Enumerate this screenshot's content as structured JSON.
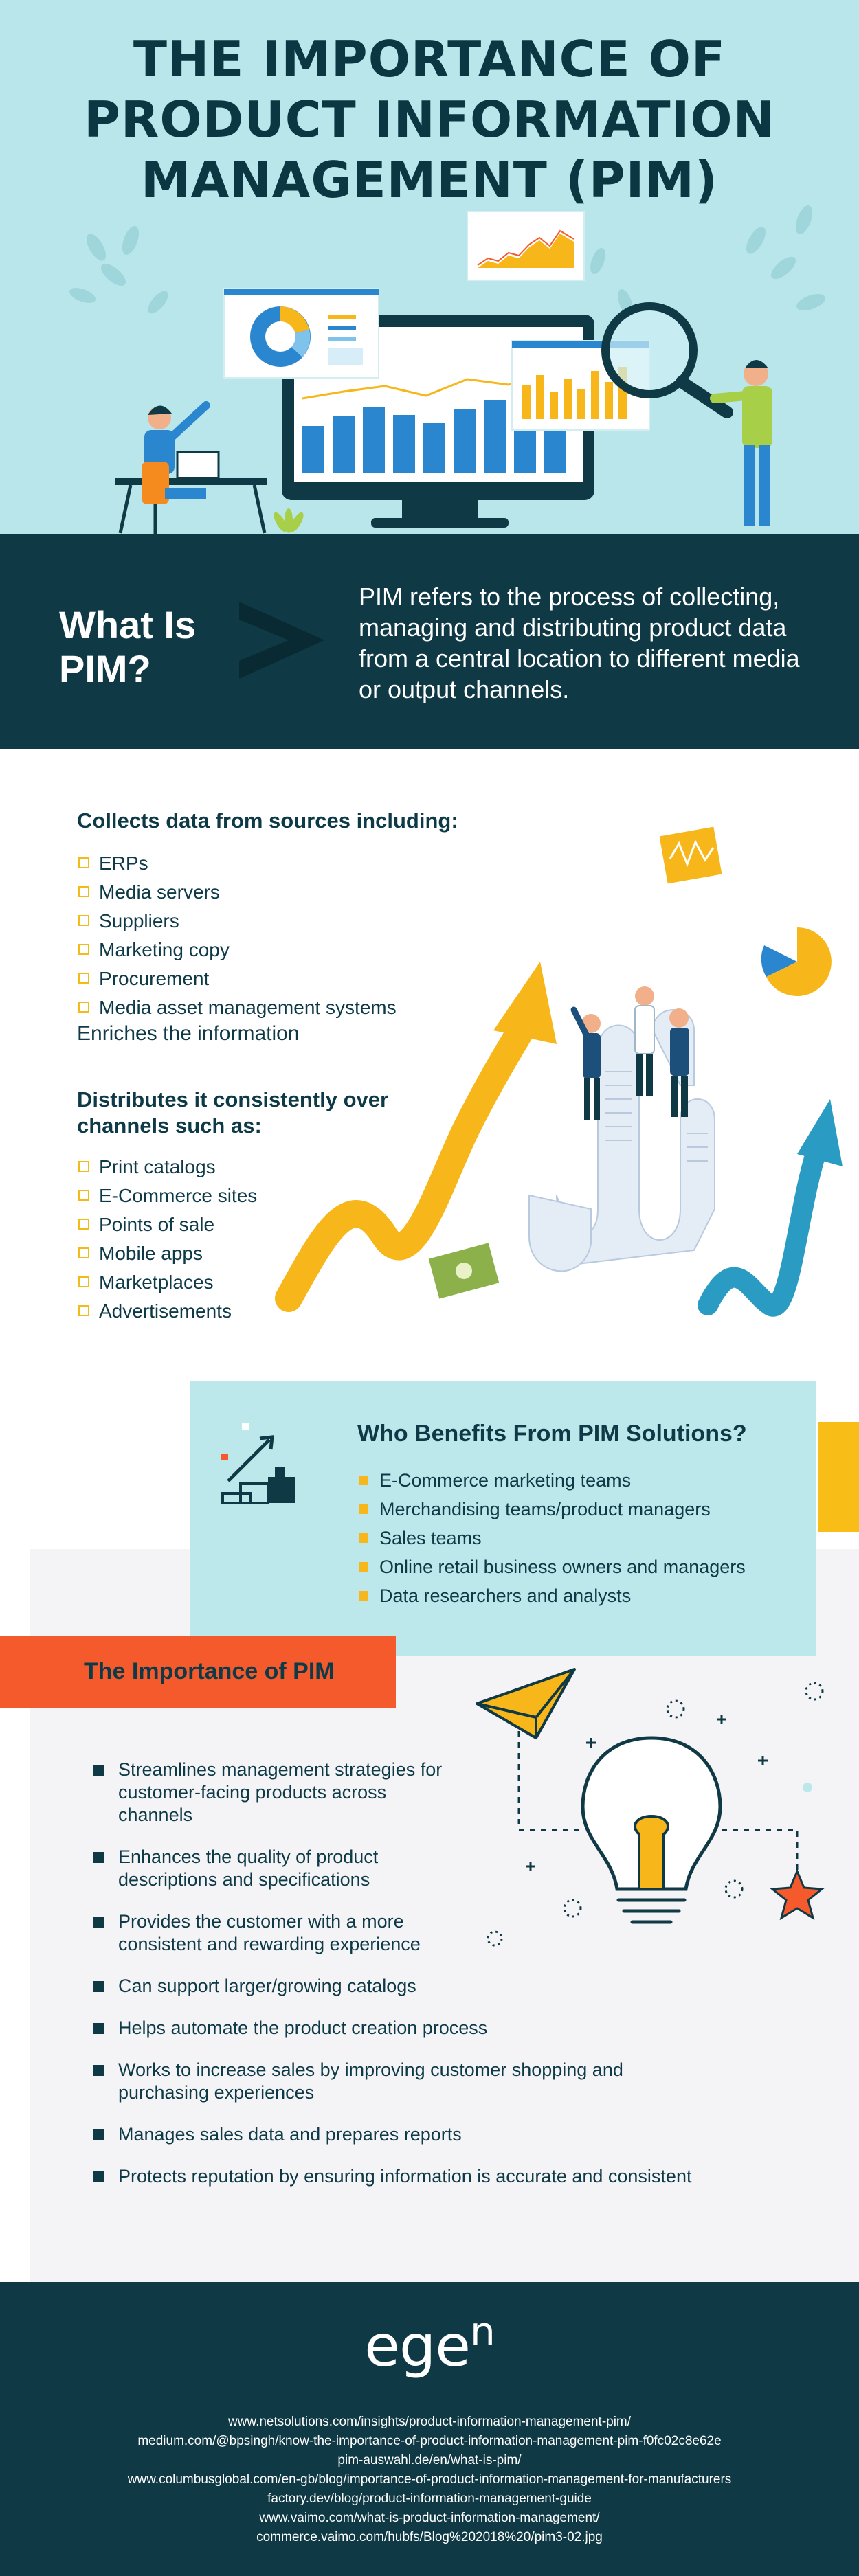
{
  "hero": {
    "title_lines": [
      "THE IMPORTANCE OF",
      "PRODUCT INFORMATION",
      "MANAGEMENT (PIM)"
    ]
  },
  "what": {
    "heading_lines": [
      "What Is",
      "PIM?"
    ],
    "text": "PIM refers to the process of collecting, managing and distributing product data from a central location to different media or output channels."
  },
  "collect": {
    "heading": "Collects data from sources including:",
    "sources": [
      "ERPs",
      "Media servers",
      "Suppliers",
      "Marketing copy",
      "Procurement",
      "Media asset management systems"
    ],
    "enrich": "Enriches the information",
    "distribute_heading": "Distributes it consistently over channels such as:",
    "channels": [
      "Print catalogs",
      "E-Commerce sites",
      "Points of sale",
      "Mobile apps",
      "Marketplaces",
      "Advertisements"
    ]
  },
  "who": {
    "heading": "Who Benefits From PIM Solutions?",
    "items": [
      "E-Commerce marketing teams",
      "Merchandising teams/product managers",
      "Sales teams",
      "Online retail business owners and managers",
      "Data researchers and analysts"
    ]
  },
  "importance": {
    "heading": "The Importance of PIM",
    "items": [
      "Streamlines management strategies for customer-facing products across channels",
      "Enhances the quality of product descriptions and specifications",
      "Provides the customer with a more consistent and rewarding experience",
      "Can support larger/growing catalogs",
      "Helps automate the product creation process",
      "Works to increase sales by improving customer shopping and purchasing experiences",
      "Manages sales data and prepares reports",
      "Protects reputation by ensuring information is accurate and consistent"
    ]
  },
  "footer": {
    "logo_main": "ege",
    "logo_super": "n",
    "sources": [
      "www.netsolutions.com/insights/product-information-management-pim/",
      "medium.com/@bpsingh/know-the-importance-of-product-information-management-pim-f0fc02c8e62e",
      "pim-auswahl.de/en/what-is-pim/",
      "www.columbusglobal.com/en-gb/blog/importance-of-product-information-management-for-manufacturers",
      "factory.dev/blog/product-information-management-guide",
      "www.vaimo.com/what-is-product-information-management/",
      "commerce.vaimo.com/hubfs/Blog%202018%20/pim3-02.jpg"
    ]
  },
  "colors": {
    "navy": "#0f3945",
    "aqua": "#b9e6ea",
    "yellow": "#f7b61a",
    "orange": "#f55a2c",
    "grey": "#f4f4f6"
  }
}
